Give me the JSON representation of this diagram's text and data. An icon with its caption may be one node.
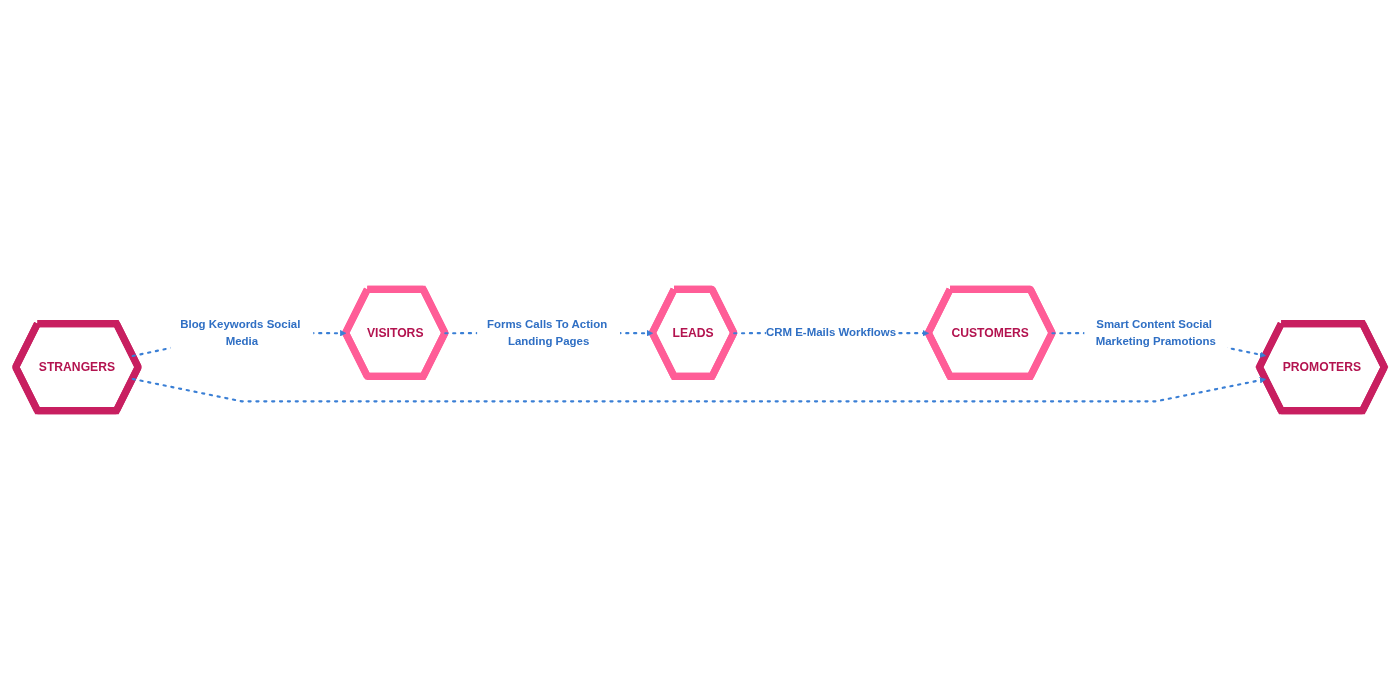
{
  "diagram": {
    "nodes": [
      {
        "text": [
          "STRANGERS"
        ]
      },
      {
        "text": [
          "VISITORS"
        ]
      },
      {
        "text": [
          "LEADS"
        ]
      },
      {
        "text": [
          "CUSTOMERS"
        ]
      },
      {
        "text": [
          "PROMOTERS"
        ]
      }
    ],
    "edges": [
      {
        "from": 0,
        "to": 1,
        "arrow": "to",
        "style": "dashed",
        "label": "Blog Keywords Social Media"
      },
      {
        "from": 1,
        "to": 2,
        "arrow": "to",
        "style": "dashed",
        "label": "Forms Calls To Action Landing Pages"
      },
      {
        "from": 2,
        "to": 3,
        "arrow": "to",
        "style": "dashed",
        "label": "CRM E-Mails Workflows"
      },
      {
        "from": 3,
        "to": 4,
        "arrow": "to",
        "style": "dashed",
        "label": "Smart Content Social Marketing Pramotions"
      },
      {
        "from": 0,
        "to": 4,
        "arrow": "to",
        "style": "dashed"
      }
    ]
  }
}
